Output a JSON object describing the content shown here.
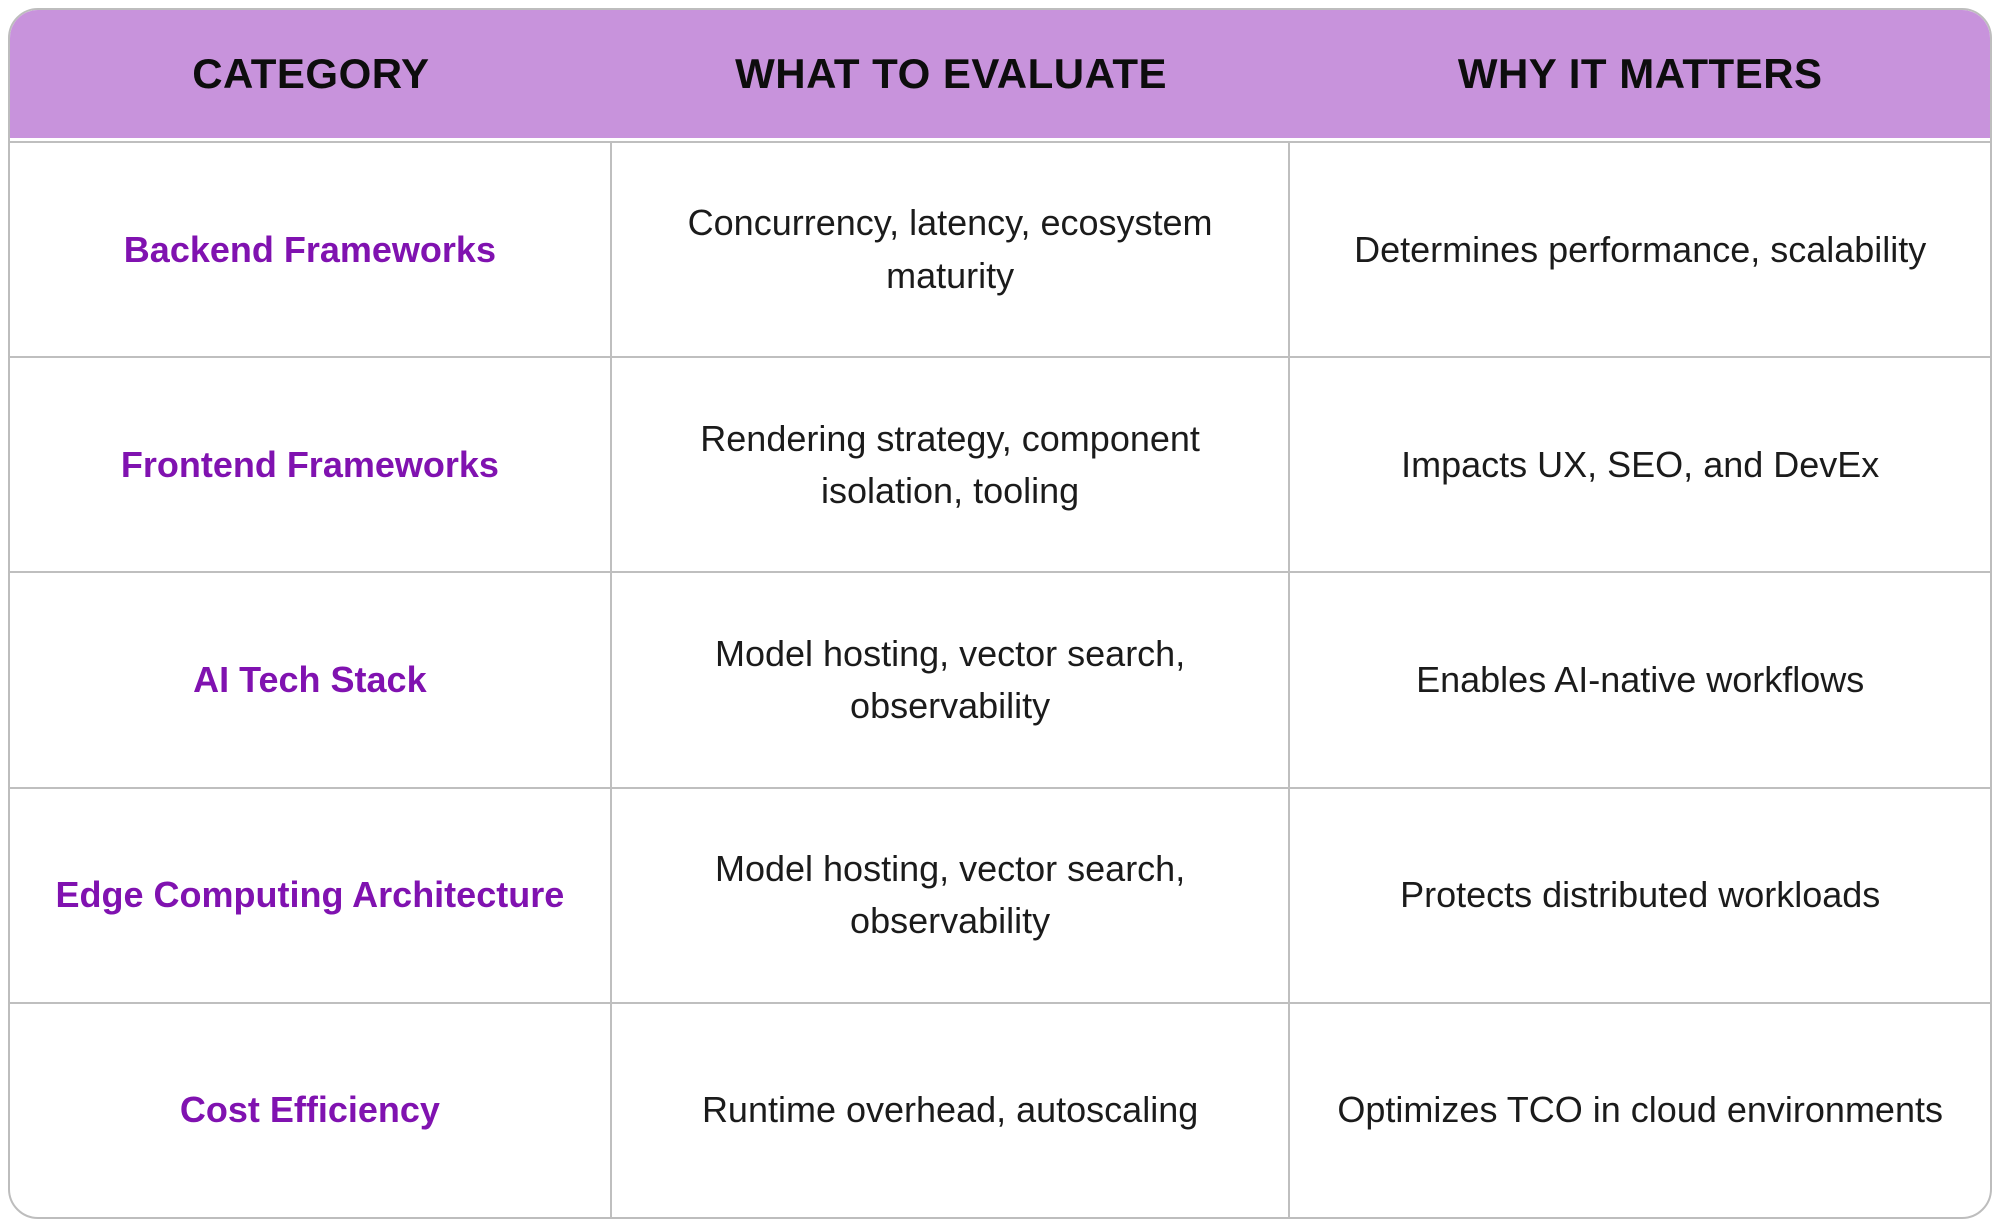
{
  "theme": {
    "header_bg": "#c893dc",
    "category_color": "#8012b0",
    "border_outer": "#bdbdbd",
    "border_inner": "#bfbfbf"
  },
  "table": {
    "columns": [
      {
        "label": "CATEGORY"
      },
      {
        "label": "WHAT TO EVALUATE"
      },
      {
        "label": "WHY IT MATTERS"
      }
    ],
    "rows": [
      {
        "category": "Backend Frameworks",
        "evaluate": "Concurrency, latency, ecosystem maturity",
        "matters": "Determines performance, scalability"
      },
      {
        "category": "Frontend Frameworks",
        "evaluate": "Rendering strategy, component isolation, tooling",
        "matters": "Impacts UX, SEO, and DevEx"
      },
      {
        "category": "AI Tech Stack",
        "evaluate": "Model hosting, vector search, observability",
        "matters": "Enables AI-native workflows"
      },
      {
        "category": "Edge Computing Architecture",
        "evaluate": "Model hosting, vector search, observability",
        "matters": "Protects distributed workloads"
      },
      {
        "category": "Cost Efficiency",
        "evaluate": "Runtime overhead, autoscaling",
        "matters": "Optimizes TCO in cloud environments"
      }
    ]
  }
}
